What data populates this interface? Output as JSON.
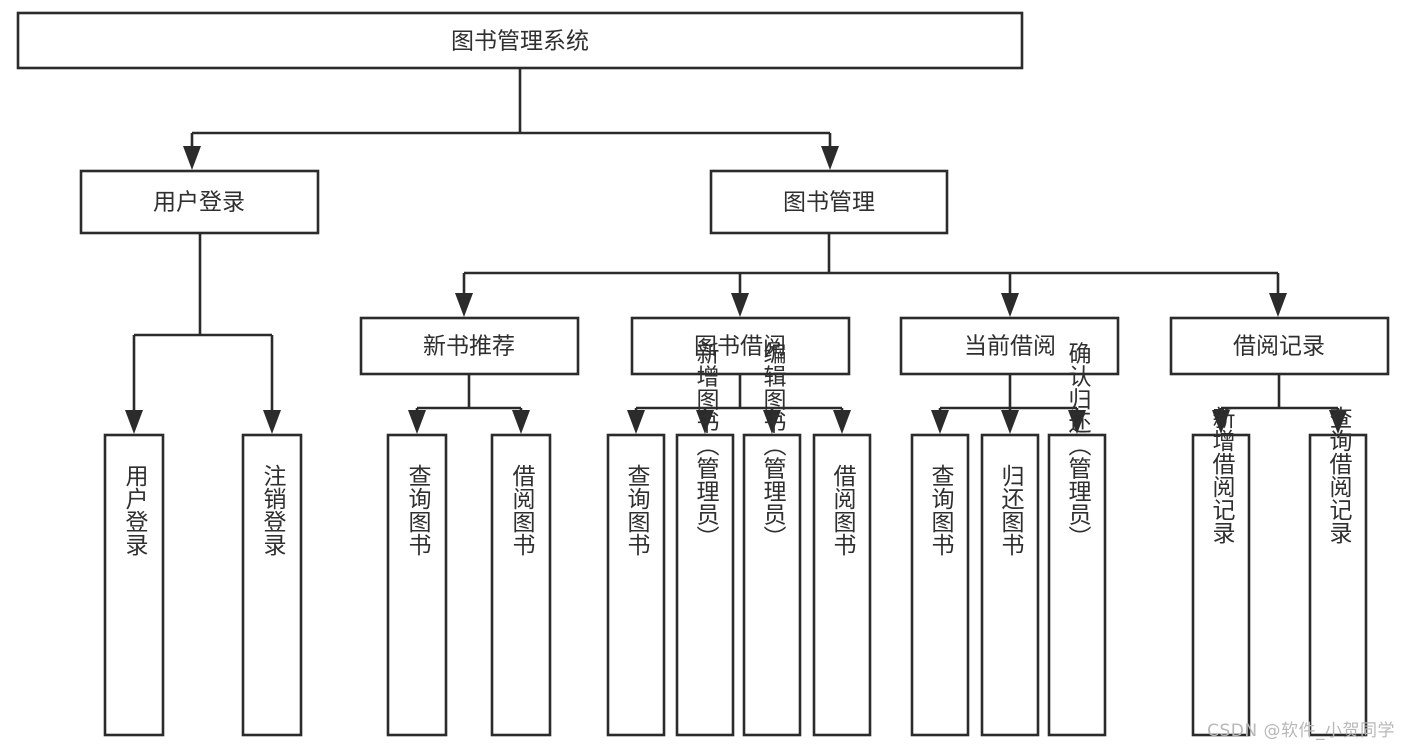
{
  "diagram": {
    "title": "图书管理系统",
    "type": "tree-hierarchy-chart",
    "watermark": "CSDN @软件_小贺同学",
    "colors": {
      "stroke": "#2b2b2b",
      "fill": "#ffffff",
      "text": "#2f2f2f",
      "watermark": "#b8b8b8"
    },
    "root": {
      "label": "图书管理系统"
    },
    "level1": [
      {
        "label": "用户登录"
      },
      {
        "label": "图书管理"
      }
    ],
    "level2": [
      {
        "label": "新书推荐"
      },
      {
        "label": "图书借阅"
      },
      {
        "label": "当前借阅"
      },
      {
        "label": "借阅记录"
      }
    ],
    "leaves": {
      "user_login": [
        {
          "label": "用户登录"
        },
        {
          "label": "注销登录"
        }
      ],
      "new_book_recommend": [
        {
          "label": "查询图书"
        },
        {
          "label": "借阅图书"
        }
      ],
      "book_borrow": [
        {
          "label": "查询图书"
        },
        {
          "label": "新增图书（管理员）"
        },
        {
          "label": "编辑图书（管理员）"
        },
        {
          "label": "借阅图书"
        }
      ],
      "current_borrow": [
        {
          "label": "查询图书"
        },
        {
          "label": "归还图书"
        },
        {
          "label": "确认归还（管理员）"
        }
      ],
      "borrow_record": [
        {
          "label": "新增借阅记录"
        },
        {
          "label": "查询借阅记录"
        }
      ]
    }
  }
}
